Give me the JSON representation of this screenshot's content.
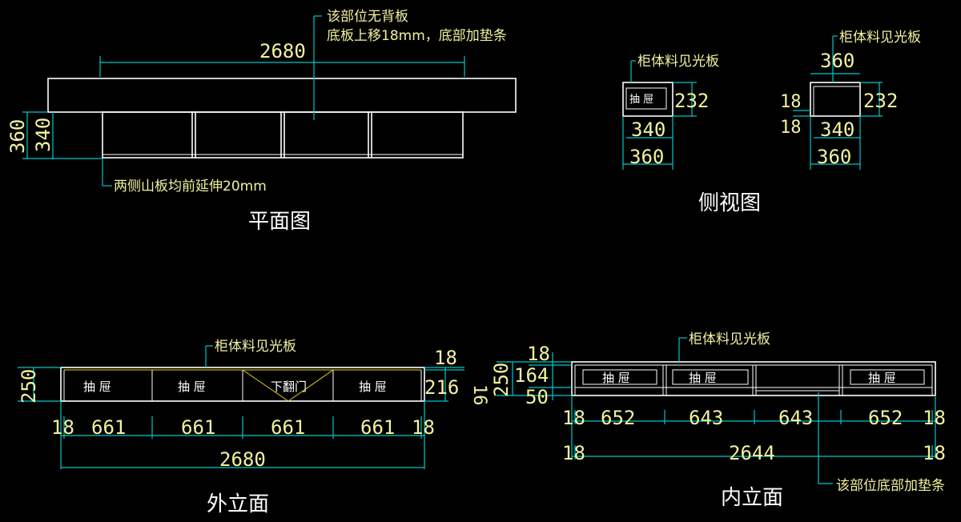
{
  "plan": {
    "title": "平面图",
    "dim_total": "2680",
    "dim_depth_outer": "360",
    "dim_depth_inner": "340",
    "note_top_1": "该部位无背板",
    "note_top_2": "底板上移18mm，底部加垫条",
    "note_bottom": "两侧山板均前延伸20mm"
  },
  "side": {
    "title": "侧视图",
    "left_note": "柜体料见光板",
    "left_drawer": "抽 屉",
    "left_height": "232",
    "left_inner_width": "340",
    "left_outer_width": "360",
    "right_note": "柜体料见光板",
    "right_top_width": "360",
    "right_height": "232",
    "right_dim_a": "18",
    "right_dim_b": "18",
    "right_inner_width": "340",
    "right_outer_width": "360"
  },
  "outer_elev": {
    "title": "外立面",
    "note": "柜体料见光板",
    "dim_height": "250",
    "dim_right_top": "18",
    "dim_right_mid": "16",
    "dim_right_bottom": "216",
    "drawers": [
      "抽 屉",
      "抽 屉",
      "下翻门",
      "抽 屉"
    ],
    "widths": [
      "18",
      "661",
      "661",
      "661",
      "661",
      "18"
    ],
    "dim_total": "2680"
  },
  "inner_elev": {
    "title": "内立面",
    "note_top": "柜体料见光板",
    "note_bottom": "该部位底部加垫条",
    "dim_height": "250",
    "dim_18": "18",
    "dim_164": "164",
    "dim_50": "50",
    "drawers": [
      "抽 屉",
      "抽 屉",
      "抽 屉"
    ],
    "widths": [
      "18",
      "652",
      "643",
      "643",
      "652",
      "18"
    ],
    "bottom_left": "18",
    "dim_total": "2644",
    "bottom_right": "18"
  }
}
